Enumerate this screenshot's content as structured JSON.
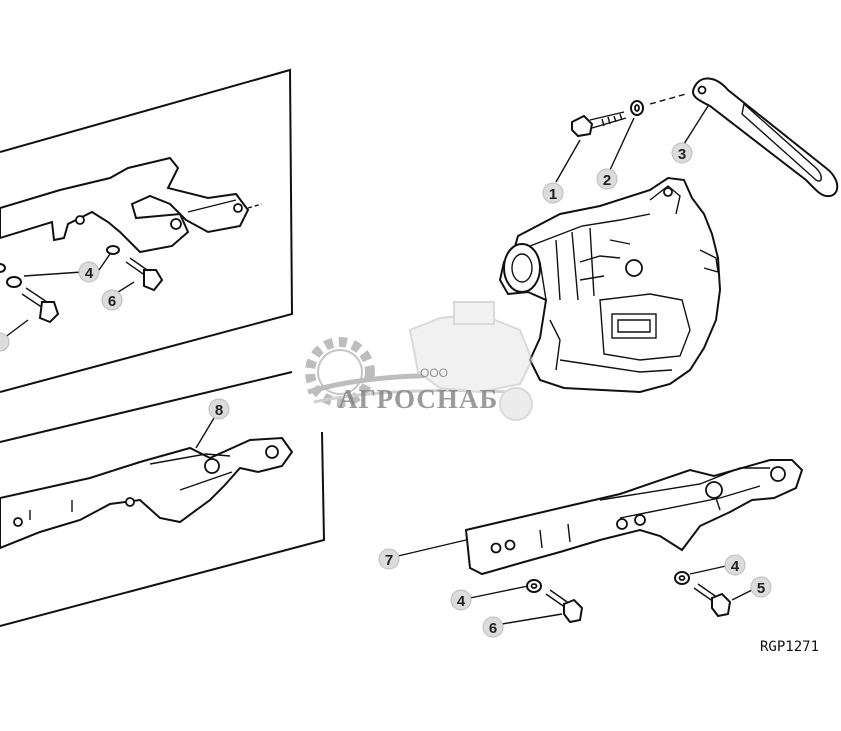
{
  "diagram": {
    "reference_code": "RGP1271",
    "callouts": [
      {
        "id": "c1",
        "label": "1"
      },
      {
        "id": "c2",
        "label": "2"
      },
      {
        "id": "c3",
        "label": "3"
      },
      {
        "id": "c4a",
        "label": "4"
      },
      {
        "id": "c6a",
        "label": "6"
      },
      {
        "id": "c8",
        "label": "8"
      },
      {
        "id": "c7",
        "label": "7"
      },
      {
        "id": "c4b",
        "label": "4"
      },
      {
        "id": "c6b",
        "label": "6"
      },
      {
        "id": "c4c",
        "label": "4"
      },
      {
        "id": "c5",
        "label": "5"
      }
    ]
  },
  "watermark": {
    "company_prefix": "ООО",
    "company_name": "АГРОСНАБ"
  }
}
